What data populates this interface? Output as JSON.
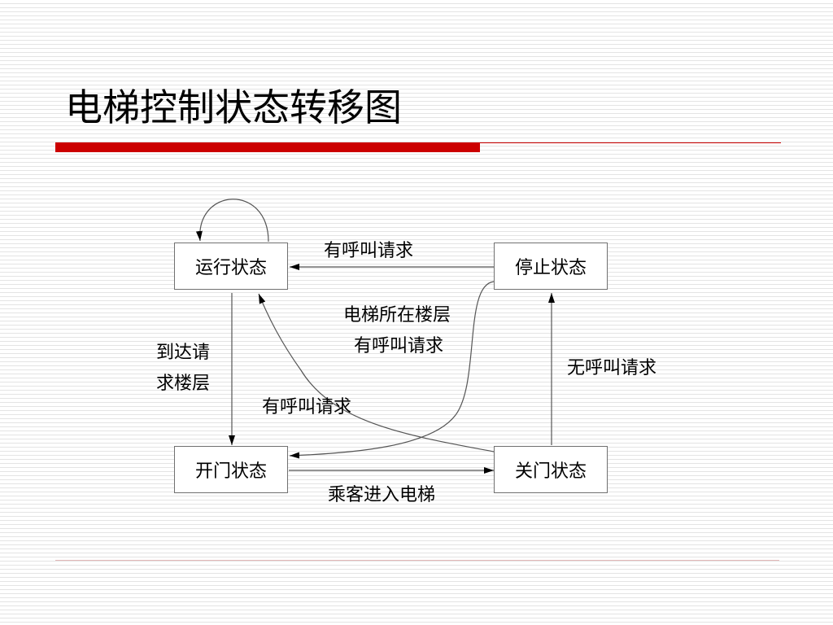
{
  "slide": {
    "title": "电梯控制状态转移图",
    "accent_color": "#cc0000"
  },
  "diagram": {
    "states": {
      "running": "运行状态",
      "stopped": "停止状态",
      "door_open": "开门状态",
      "door_close": "关门状态"
    },
    "transitions": {
      "stopped_to_running": "有呼叫请求",
      "stopped_to_open_line1": "电梯所在楼层",
      "stopped_to_open_line2": "有呼叫请求",
      "running_to_open_line1": "到达请",
      "running_to_open_line2": "求楼层",
      "close_to_stopped": "无呼叫请求",
      "close_to_running": "有呼叫请求",
      "open_to_close": "乘客进入电梯"
    }
  }
}
